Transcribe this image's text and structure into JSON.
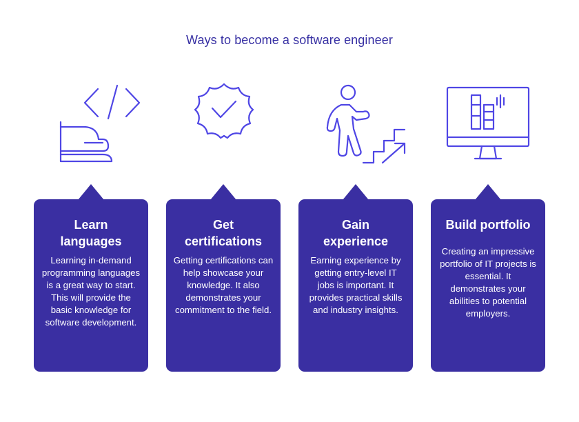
{
  "title": "Ways to become a software engineer",
  "colors": {
    "accent": "#3a2fa2",
    "icon_stroke": "#4f46e5",
    "title": "#3730a3"
  },
  "steps": [
    {
      "icon": "code-hand-icon",
      "title_line1": "Learn",
      "title_line2": "languages",
      "text": "Learning in-demand programming languages is a great way to start. This will provide the basic knowledge for software development."
    },
    {
      "icon": "certificate-badge-icon",
      "title_line1": "Get",
      "title_line2": "certifications",
      "text": "Getting certifications can help showcase your knowledge. It also demonstrates your commitment to the field."
    },
    {
      "icon": "climbing-stairs-icon",
      "title_line1": "Gain",
      "title_line2": "experience",
      "text": "Earning experience by getting entry-level IT jobs is important. It provides practical skills and industry insights."
    },
    {
      "icon": "monitor-portfolio-icon",
      "title_line1": "Build portfolio",
      "title_line2": "",
      "text": "Creating an impressive portfolio of IT projects is essential. It demonstrates your abilities to potential employers."
    }
  ]
}
